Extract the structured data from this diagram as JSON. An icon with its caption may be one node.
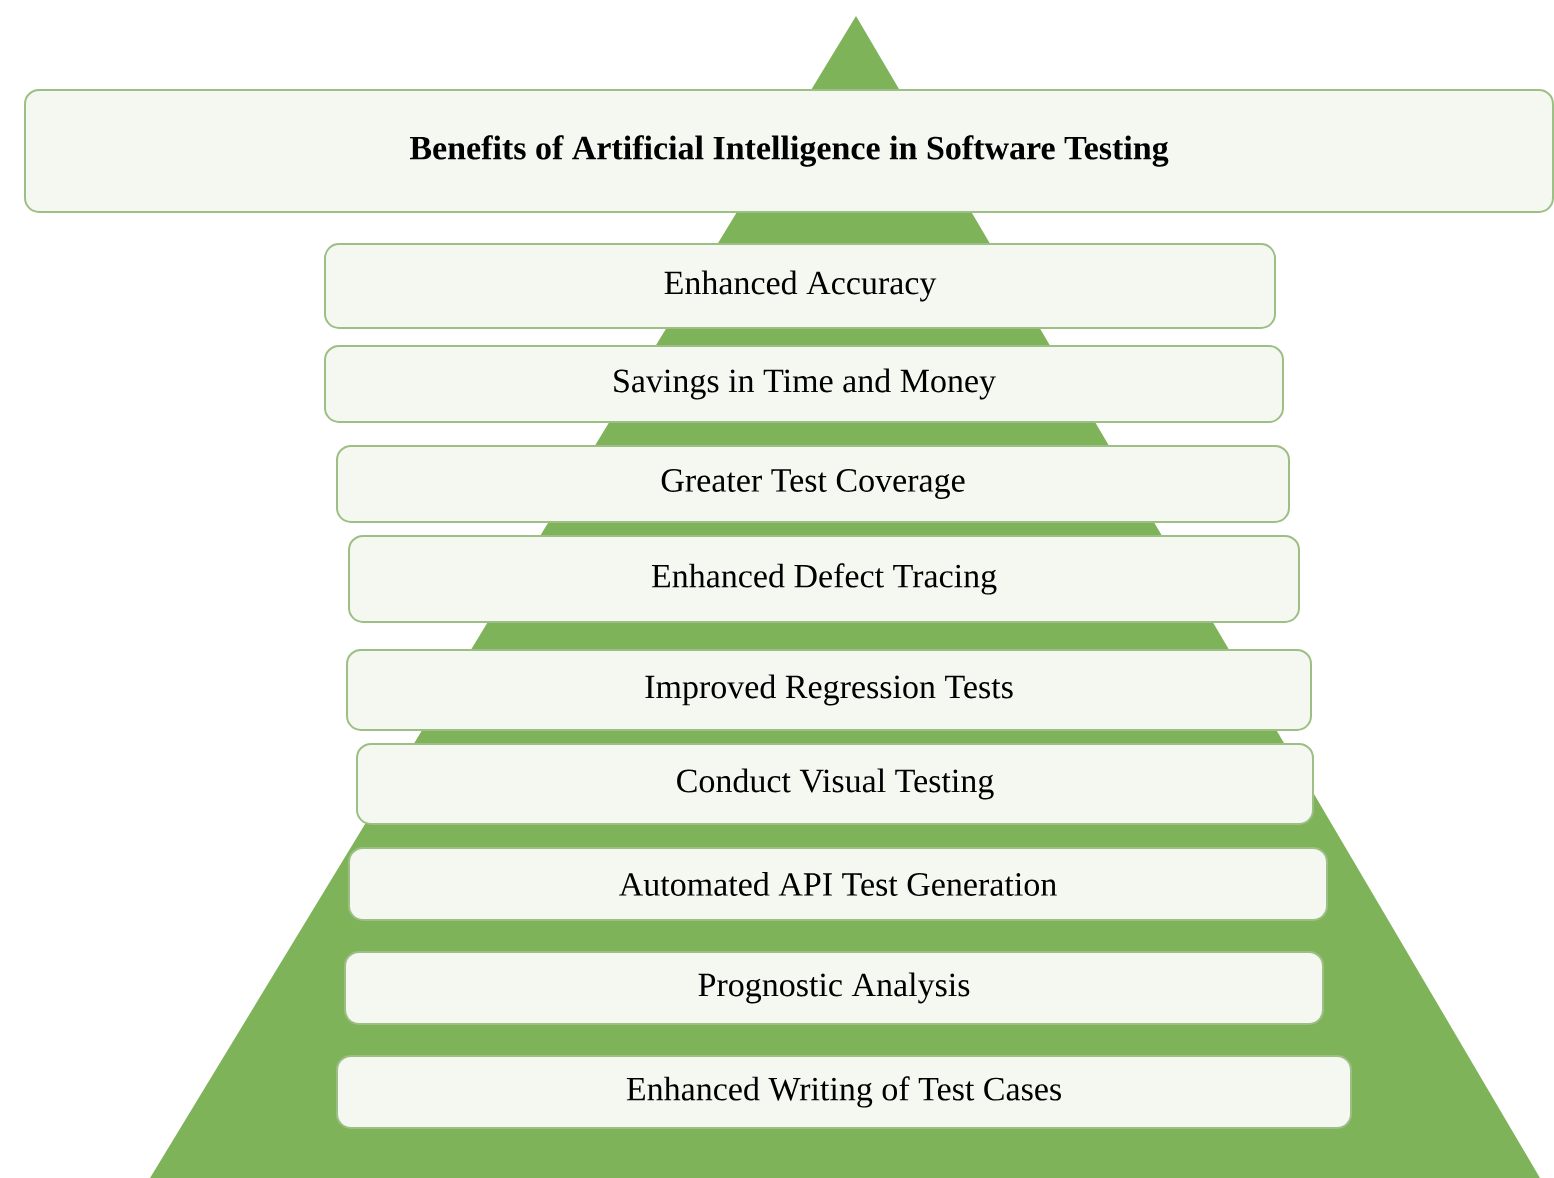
{
  "diagram": {
    "nodes": [
      {
        "text": [
          "Benefits of Artificial Intelligence in Software Testing"
        ]
      },
      {
        "text": [
          "Enhanced Accuracy"
        ]
      },
      {
        "text": [
          "Savings in Time and Money"
        ]
      },
      {
        "text": [
          "Greater Test Coverage"
        ]
      },
      {
        "text": [
          "Enhanced Defect Tracing"
        ]
      },
      {
        "text": [
          "Improved Regression Tests"
        ]
      },
      {
        "text": [
          "Conduct Visual Testing"
        ]
      },
      {
        "text": [
          "Automated API Test Generation"
        ]
      },
      {
        "text": [
          "Prognostic Analysis"
        ]
      },
      {
        "text": [
          "Enhanced Writing of Test Cases"
        ]
      }
    ]
  }
}
